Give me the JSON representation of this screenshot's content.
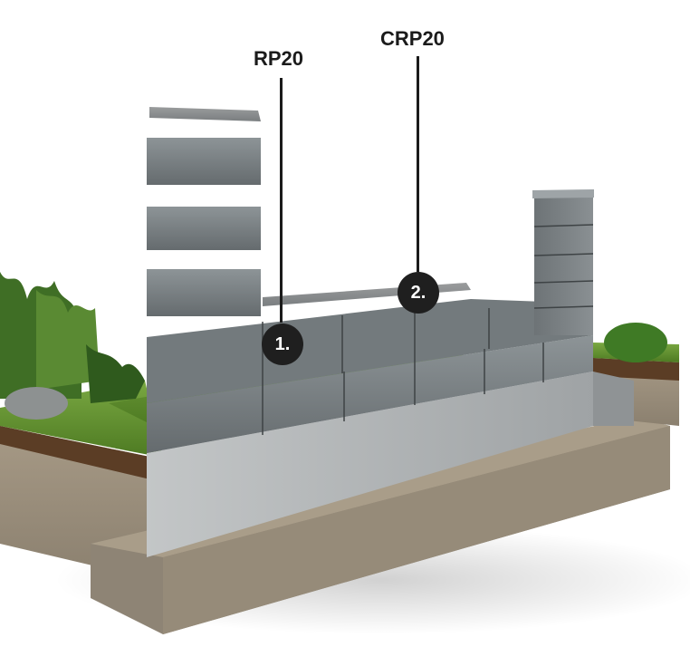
{
  "callouts": [
    {
      "id": "1",
      "badge": "1.",
      "product": "RP20"
    },
    {
      "id": "2",
      "badge": "2.",
      "product": "CRP20"
    }
  ],
  "colors": {
    "block": "#7f8689",
    "foundation": "#b9bcbd",
    "soil": "#9a8f7e",
    "grass": "#5f8f2c",
    "badge": "#1f1f1f"
  }
}
